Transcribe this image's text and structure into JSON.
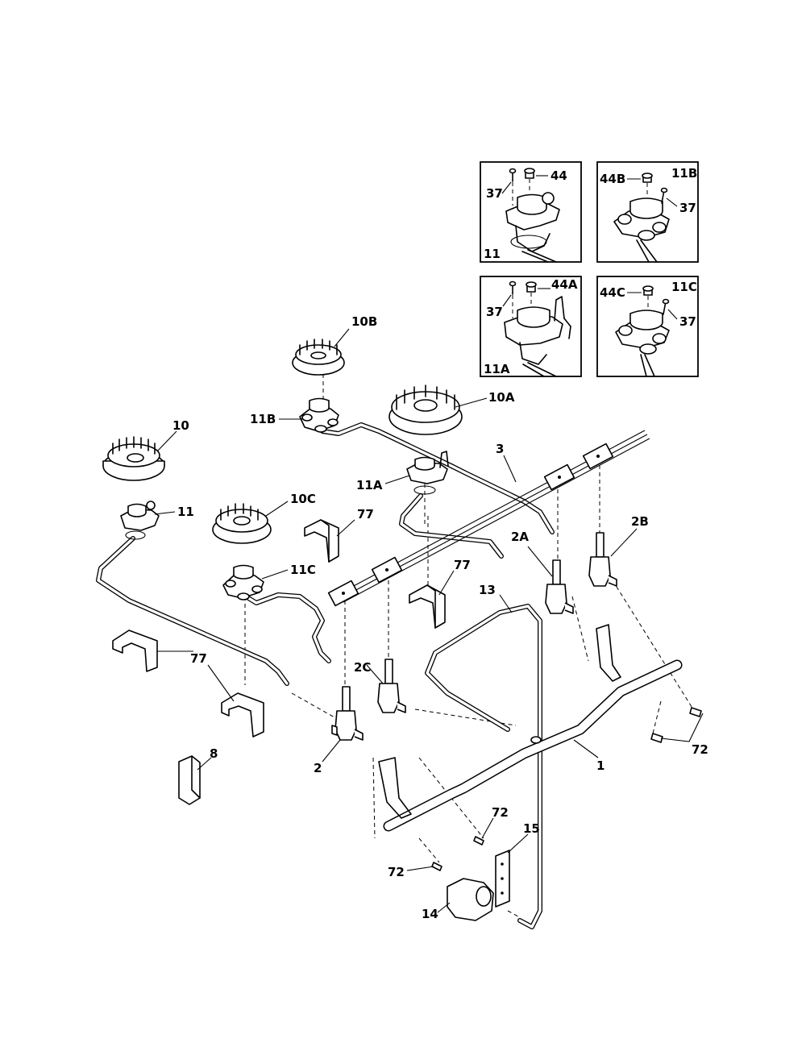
{
  "callouts": {
    "c10": "10",
    "c10A": "10A",
    "c10B": "10B",
    "c10C": "10C",
    "c11": "11",
    "c11A": "11A",
    "c11B": "11B",
    "c11C": "11C",
    "c1": "1",
    "c2": "2",
    "c2A": "2A",
    "c2B": "2B",
    "c2C": "2C",
    "c3": "3",
    "c8": "8",
    "c13": "13",
    "c14": "14",
    "c15": "15",
    "c77a": "77",
    "c77b": "77",
    "c77c": "77",
    "c72a": "72",
    "c72b": "72",
    "c72c": "72"
  },
  "insets": {
    "i11": {
      "part": "11",
      "screw": "37",
      "cap": "44"
    },
    "i11B": {
      "part": "11B",
      "screw": "37",
      "cap": "44B"
    },
    "i11A": {
      "part": "11A",
      "screw": "37",
      "cap": "44A"
    },
    "i11C": {
      "part": "11C",
      "screw": "37",
      "cap": "44C"
    }
  }
}
